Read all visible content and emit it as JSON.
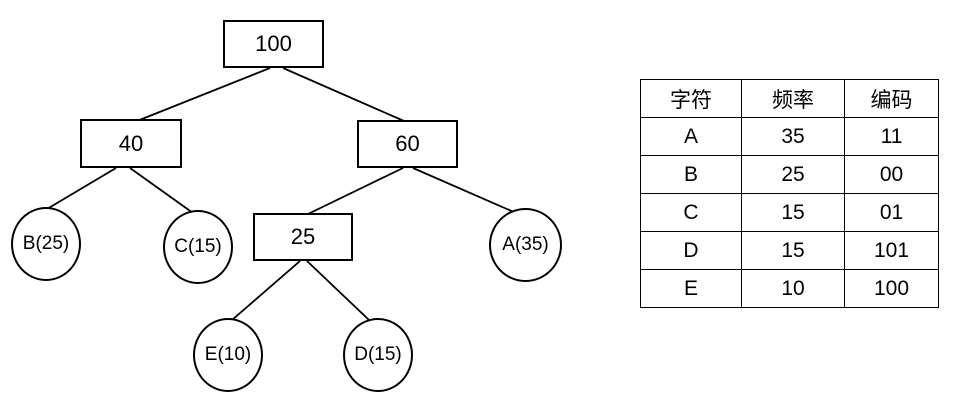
{
  "diagram": {
    "type": "huffman-tree",
    "total_label": "100",
    "nodes": {
      "root": {
        "label": "100"
      },
      "n40": {
        "label": "40"
      },
      "n60": {
        "label": "60"
      },
      "n25": {
        "label": "25"
      },
      "leaf_b": {
        "label": "B(25)"
      },
      "leaf_c": {
        "label": "C(15)"
      },
      "leaf_a": {
        "label": "A(35)"
      },
      "leaf_e": {
        "label": "E(10)"
      },
      "leaf_d": {
        "label": "D(15)"
      }
    },
    "edges": [
      "root-n40",
      "root-n60",
      "n40-leaf_b",
      "n40-leaf_c",
      "n60-n25",
      "n60-leaf_a",
      "n25-leaf_e",
      "n25-leaf_d"
    ]
  },
  "table": {
    "headers": [
      "字符",
      "频率",
      "编码"
    ],
    "rows": [
      {
        "char": "A",
        "freq": "35",
        "code": "11"
      },
      {
        "char": "B",
        "freq": "25",
        "code": "00"
      },
      {
        "char": "C",
        "freq": "15",
        "code": "01"
      },
      {
        "char": "D",
        "freq": "15",
        "code": "101"
      },
      {
        "char": "E",
        "freq": "10",
        "code": "100"
      }
    ]
  },
  "colors": {
    "background": "#ffffff",
    "line": "#000000",
    "text": "#000000"
  }
}
